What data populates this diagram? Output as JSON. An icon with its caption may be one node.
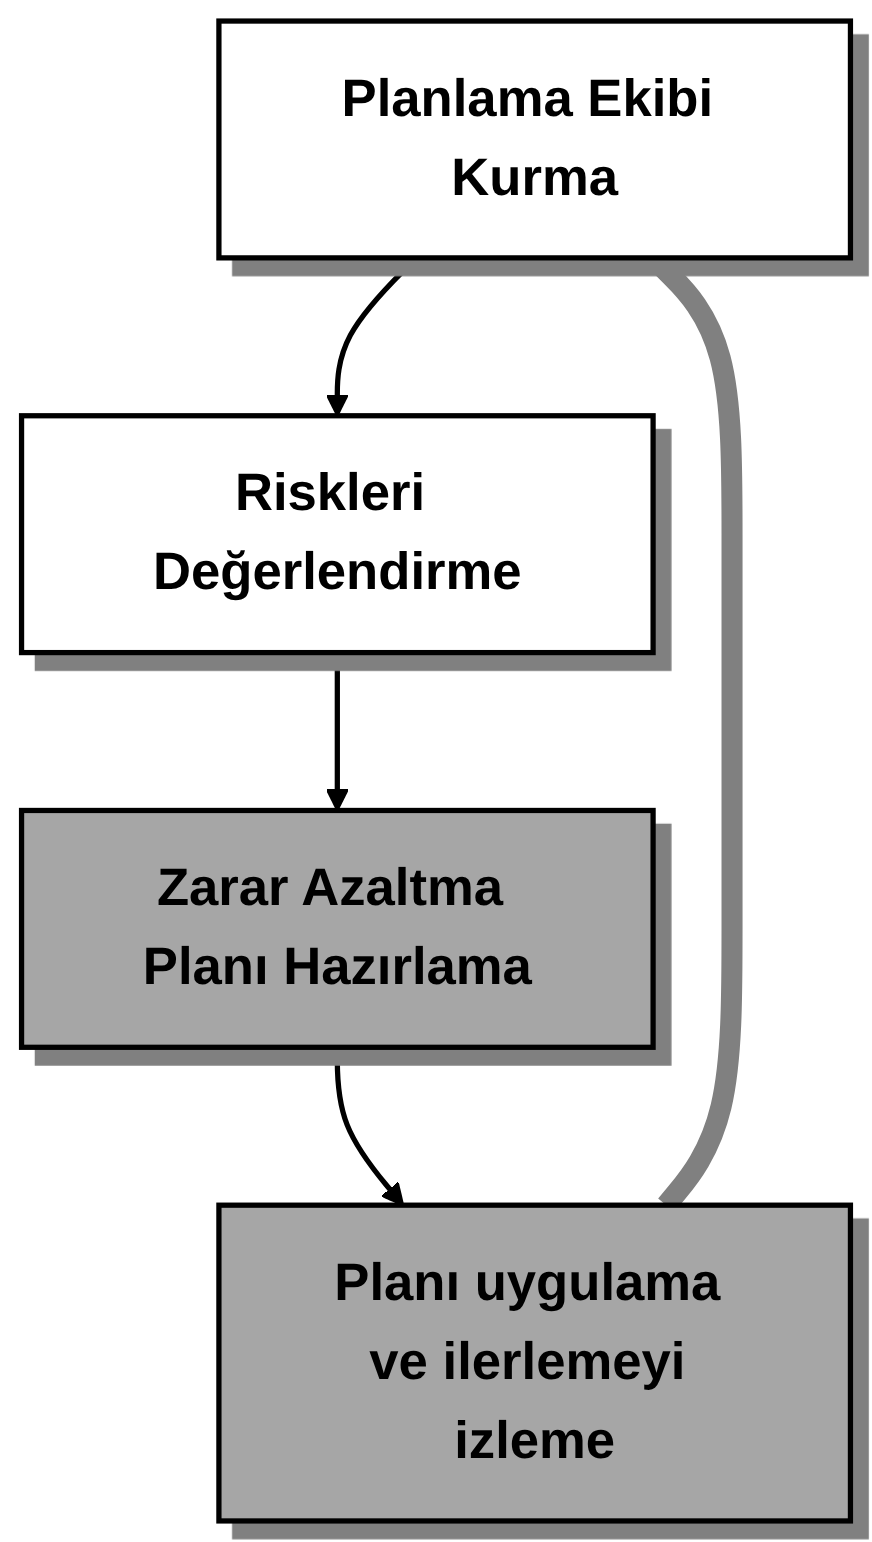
{
  "diagram": {
    "nodes": [
      {
        "text": [
          "Planlama Ekibi Kurma"
        ]
      },
      {
        "text": [
          "Riskleri Değerlendirme"
        ]
      },
      {
        "text": [
          "Zarar Azaltma Planı Hazırlama"
        ]
      },
      {
        "text": [
          "Planı uygulama ve ilerlemeyi izleme"
        ]
      }
    ],
    "edges": [
      {
        "from": 0,
        "to": 1,
        "arrow": "to"
      },
      {
        "from": 1,
        "to": 2,
        "arrow": "to"
      },
      {
        "from": 2,
        "to": 3,
        "arrow": "to"
      },
      {
        "from": 3,
        "to": 0,
        "arrow": "to",
        "style": "thick",
        "color": "#808080"
      }
    ]
  }
}
